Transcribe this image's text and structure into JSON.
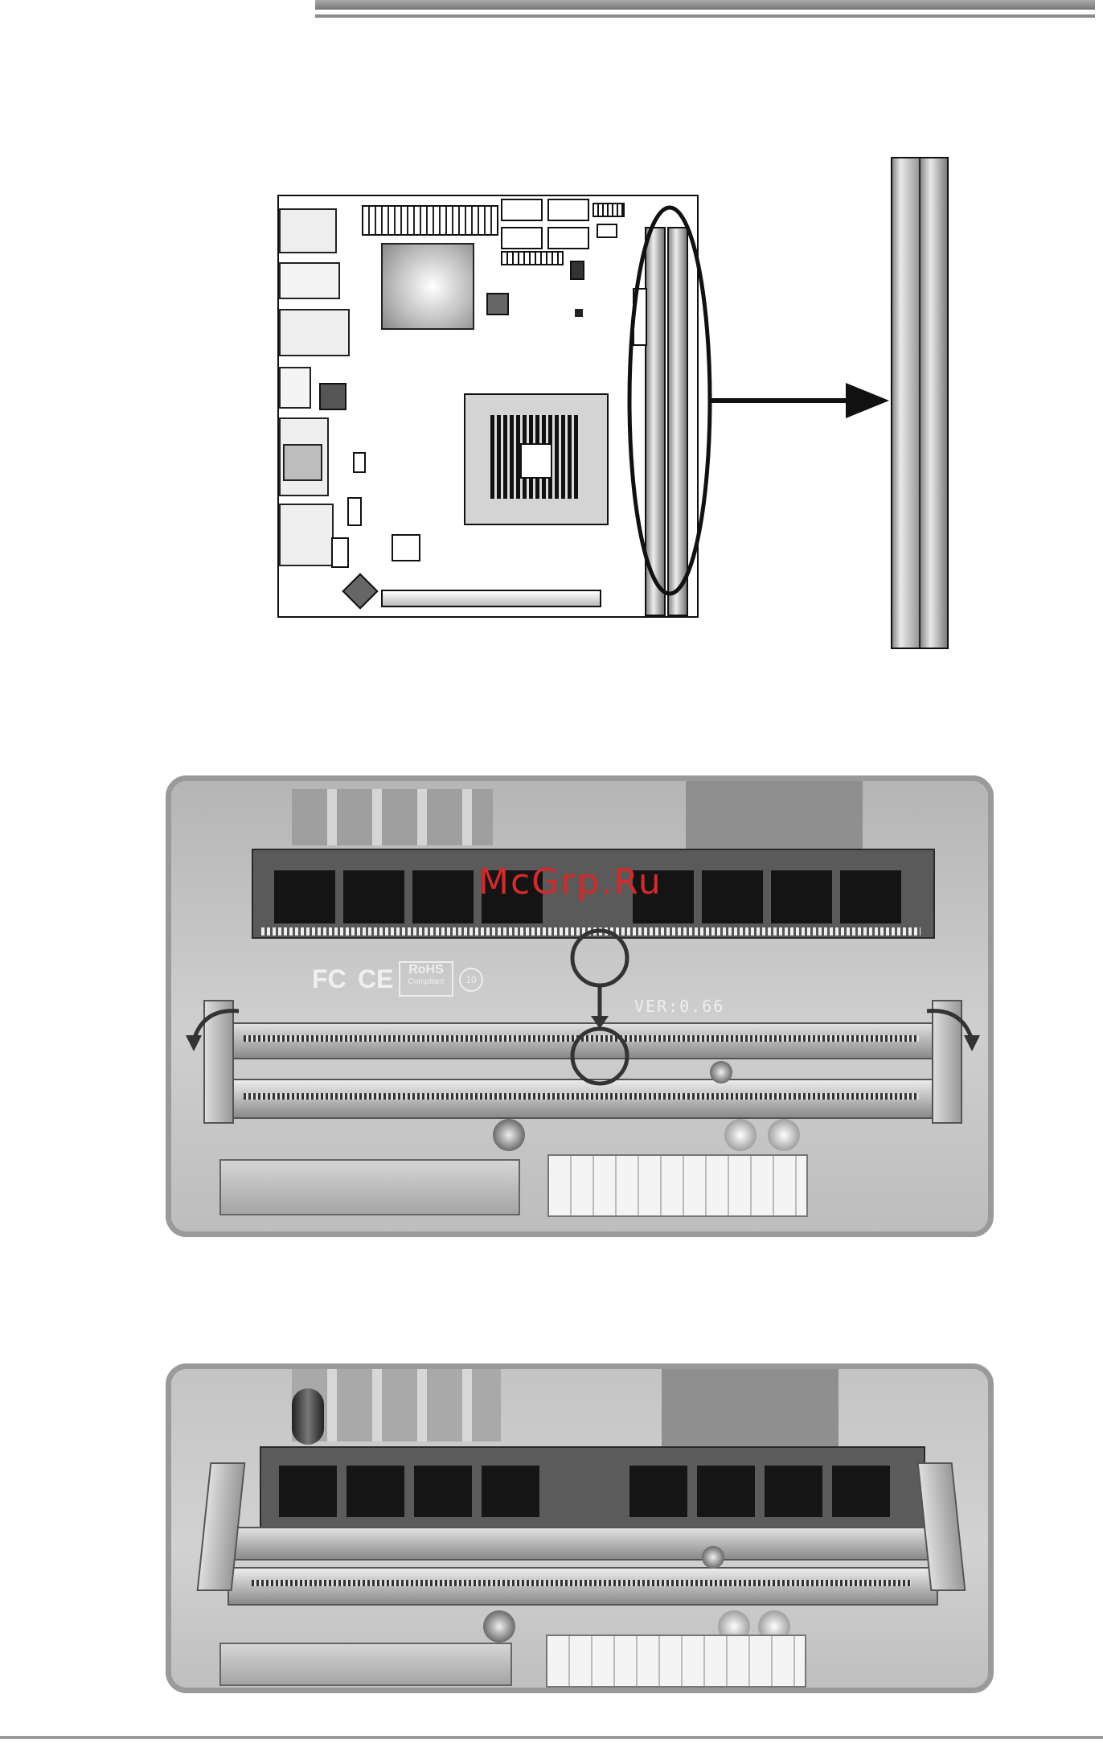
{
  "watermark": {
    "text": "McGrp.Ru",
    "color": "#d42a2a"
  },
  "photo1": {
    "silkscreen": {
      "version": "VER:0.66",
      "rohs": "RoHS",
      "rohs_sub": "Compliant",
      "fcc": "FC",
      "ce": "CE",
      "recycle": "10"
    }
  },
  "icons": [
    "arrow-right-icon",
    "arrow-down-icon",
    "curved-arrow-icon"
  ],
  "colors": {
    "highlight_ellipse": "#111111",
    "photo_frame": "#9a9a9a"
  }
}
